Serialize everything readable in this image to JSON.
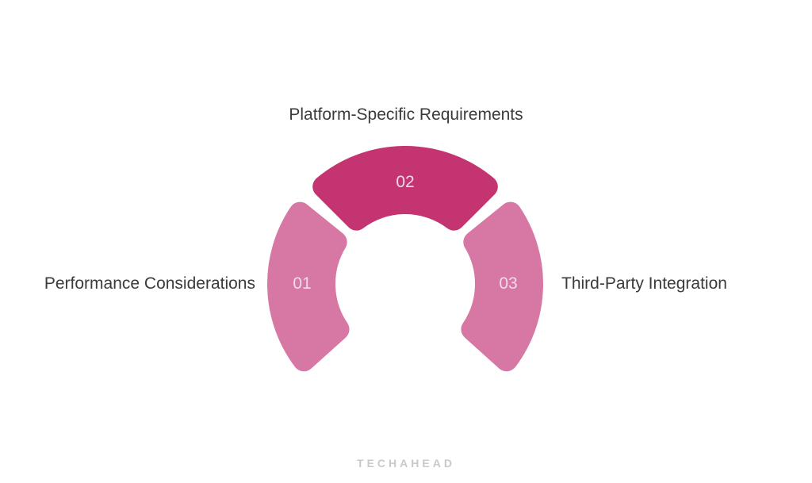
{
  "diagram": {
    "background": "#FFFFFF",
    "label_color": "#3B3B3B",
    "number_color": "#F0DBE7",
    "segments": [
      {
        "number": "01",
        "label": "Performance Considerations",
        "color": "#D778A4",
        "start_angle": -132,
        "end_angle": -51,
        "position": "left"
      },
      {
        "number": "02",
        "label": "Platform-Specific Requirements",
        "color": "#C43471",
        "start_angle": -45,
        "end_angle": 45,
        "position": "top"
      },
      {
        "number": "03",
        "label": "Third-Party Integration",
        "color": "#D778A4",
        "start_angle": 51,
        "end_angle": 132,
        "position": "right"
      }
    ]
  },
  "footer": {
    "logo_text": "TECHAHEAD",
    "logo_color": "#C9C9C9"
  }
}
